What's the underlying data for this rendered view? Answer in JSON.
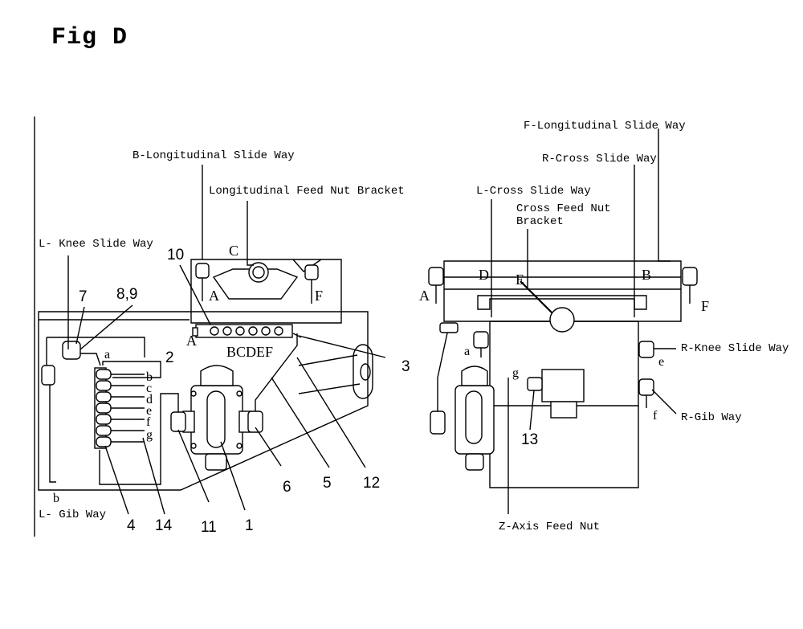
{
  "figure_title": "Fig D",
  "left_view": {
    "labels": {
      "b_long_slide": "B-Longitudinal Slide Way",
      "long_feed_nut": "Longitudinal Feed Nut Bracket",
      "l_knee_slide": "L- Knee Slide Way",
      "l_gib_way": "L- Gib Way"
    },
    "callouts": [
      "10",
      "7",
      "8,9",
      "2",
      "3",
      "12",
      "5",
      "6",
      "1",
      "11",
      "14",
      "4"
    ],
    "letters": {
      "C": "C",
      "A": "A",
      "F": "F",
      "A2": "A",
      "BCDEF": "BCDEF",
      "a": "a",
      "b": "b",
      "c": "c",
      "d": "d",
      "e": "e",
      "f": "f",
      "g": "g",
      "b2": "b"
    }
  },
  "right_view": {
    "labels": {
      "f_long_slide": "F-Longitudinal Slide Way",
      "r_cross_slide": "R-Cross Slide Way",
      "l_cross_slide": "L-Cross Slide Way",
      "cross_feed_nut_1": "Cross Feed Nut",
      "cross_feed_nut_2": "Bracket",
      "r_knee_slide": "R-Knee Slide Way",
      "r_gib_way": "R-Gib Way",
      "z_axis_feed_nut": "Z-Axis Feed Nut"
    },
    "callouts": [
      "13"
    ],
    "letters": {
      "A": "A",
      "D": "D",
      "E": "E",
      "B": "B",
      "F": "F",
      "a": "a",
      "e": "e",
      "f": "f",
      "g": "g"
    }
  }
}
